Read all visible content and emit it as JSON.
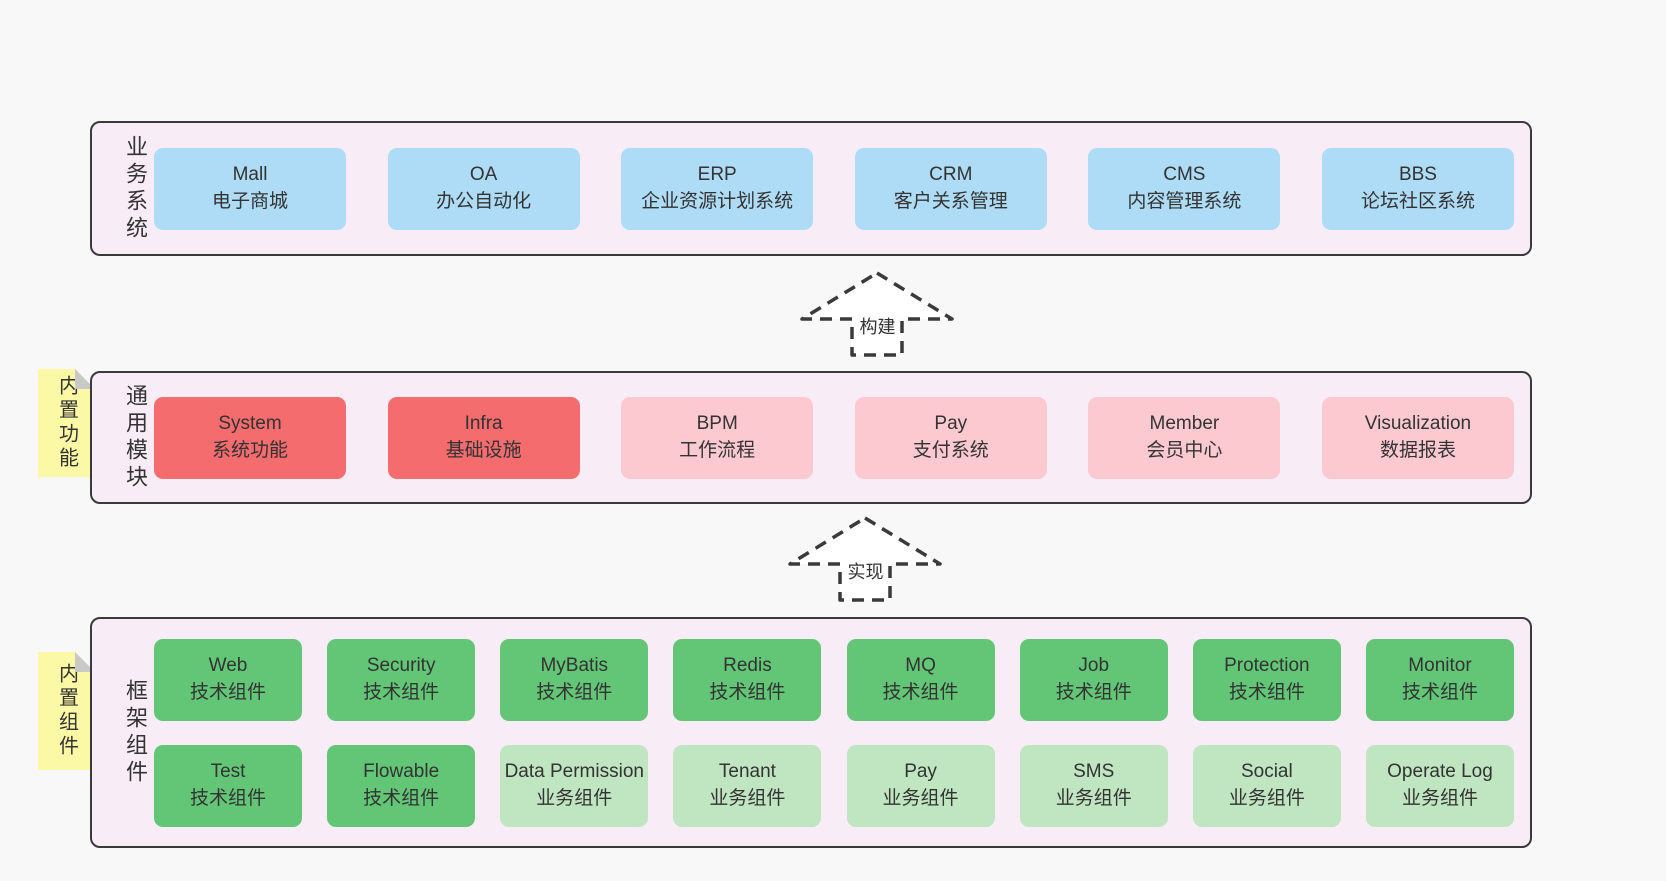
{
  "colors": {
    "page-bg": "#f8f8f8",
    "panel-bg": "#f8edf6",
    "panel-border": "#3a3a3a",
    "blue": "#aedcf6",
    "red": "#f56c6f",
    "pink": "#fdc9d1",
    "green": "#63c677",
    "green-light": "#c0e5c1",
    "note-yellow": "#fbf9a6",
    "note-fold": "#c9c9c9",
    "text": "#333333"
  },
  "arrows": {
    "build": "构建",
    "implement": "实现"
  },
  "notes": {
    "features": "内置功能",
    "components": "内置组件"
  },
  "panels": {
    "business": {
      "label": "业务系统",
      "boxes": [
        {
          "name": "Mall",
          "subtitle": "电子商城"
        },
        {
          "name": "OA",
          "subtitle": "办公自动化"
        },
        {
          "name": "ERP",
          "subtitle": "企业资源计划系统"
        },
        {
          "name": "CRM",
          "subtitle": "客户关系管理"
        },
        {
          "name": "CMS",
          "subtitle": "内容管理系统"
        },
        {
          "name": "BBS",
          "subtitle": "论坛社区系统"
        }
      ]
    },
    "modules": {
      "label": "通用模块",
      "boxes": [
        {
          "name": "System",
          "subtitle": "系统功能"
        },
        {
          "name": "Infra",
          "subtitle": "基础设施"
        },
        {
          "name": "BPM",
          "subtitle": "工作流程"
        },
        {
          "name": "Pay",
          "subtitle": "支付系统"
        },
        {
          "name": "Member",
          "subtitle": "会员中心"
        },
        {
          "name": "Visualization",
          "subtitle": "数据报表"
        }
      ]
    },
    "framework": {
      "label": "框架组件",
      "row_top": [
        {
          "name": "Web",
          "subtitle": "技术组件"
        },
        {
          "name": "Security",
          "subtitle": "技术组件"
        },
        {
          "name": "MyBatis",
          "subtitle": "技术组件"
        },
        {
          "name": "Redis",
          "subtitle": "技术组件"
        },
        {
          "name": "MQ",
          "subtitle": "技术组件"
        },
        {
          "name": "Job",
          "subtitle": "技术组件"
        },
        {
          "name": "Protection",
          "subtitle": "技术组件"
        },
        {
          "name": "Monitor",
          "subtitle": "技术组件"
        }
      ],
      "row_bottom": [
        {
          "name": "Test",
          "subtitle": "技术组件"
        },
        {
          "name": "Flowable",
          "subtitle": "技术组件"
        },
        {
          "name": "Data Permission",
          "subtitle": "业务组件"
        },
        {
          "name": "Tenant",
          "subtitle": "业务组件"
        },
        {
          "name": "Pay",
          "subtitle": "业务组件"
        },
        {
          "name": "SMS",
          "subtitle": "业务组件"
        },
        {
          "name": "Social",
          "subtitle": "业务组件"
        },
        {
          "name": "Operate Log",
          "subtitle": "业务组件"
        }
      ]
    }
  }
}
